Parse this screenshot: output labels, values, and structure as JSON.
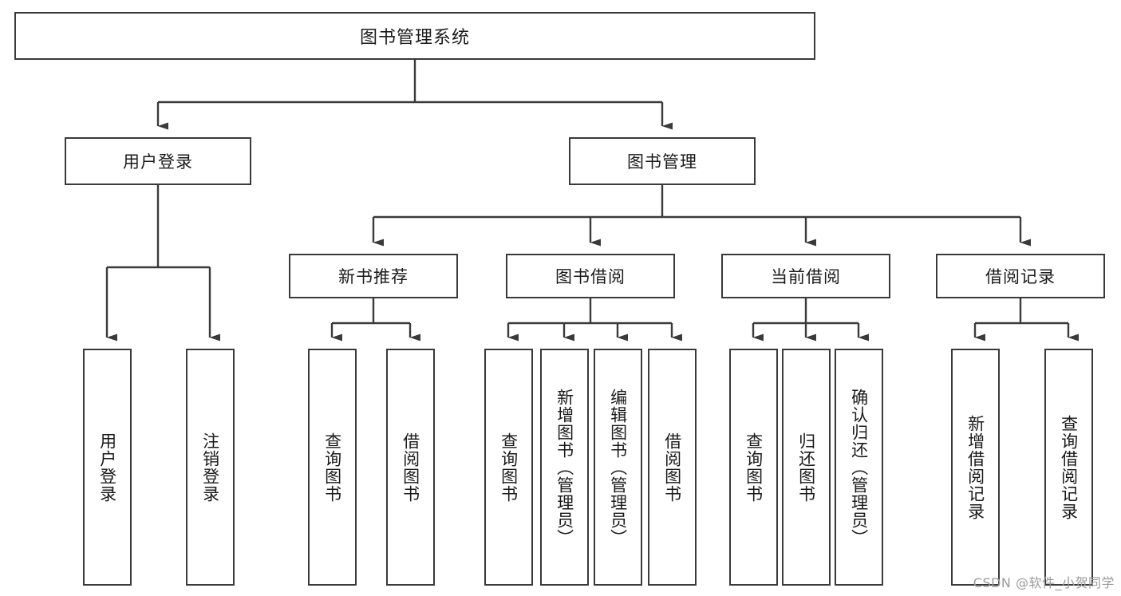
{
  "diagram": {
    "type": "tree",
    "title": "图书管理系统",
    "root": {
      "label": "图书管理系统"
    },
    "level2": [
      {
        "label": "用户登录"
      },
      {
        "label": "图书管理"
      }
    ],
    "level3": [
      {
        "label": "新书推荐"
      },
      {
        "label": "图书借阅"
      },
      {
        "label": "当前借阅"
      },
      {
        "label": "借阅记录"
      }
    ],
    "leaves": {
      "user_login": [
        {
          "label": "用户登录"
        },
        {
          "label": "注销登录"
        }
      ],
      "new_book_recommend": [
        {
          "label": "查询图书"
        },
        {
          "label": "借阅图书"
        }
      ],
      "book_borrow": [
        {
          "label": "查询图书"
        },
        {
          "label": "新增图书（管理员）"
        },
        {
          "label": "编辑图书（管理员）"
        },
        {
          "label": "借阅图书"
        }
      ],
      "current_borrow": [
        {
          "label": "查询图书"
        },
        {
          "label": "归还图书"
        },
        {
          "label": "确认归还（管理员）"
        }
      ],
      "borrow_record": [
        {
          "label": "新增借阅记录"
        },
        {
          "label": "查询借阅记录"
        }
      ]
    }
  },
  "watermark": {
    "text": "CSDN @软件_小贺同学"
  },
  "colors": {
    "box_border": "#3a3a3a",
    "line": "#3a3a3a",
    "background": "#ffffff",
    "text": "#1a1a1a",
    "watermark": "#9a9a9a"
  }
}
